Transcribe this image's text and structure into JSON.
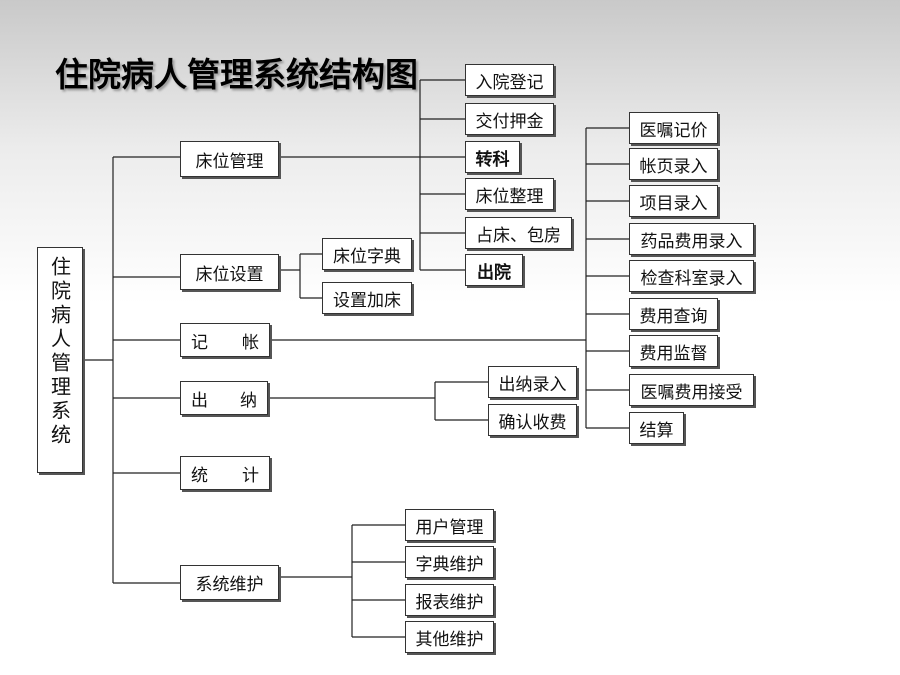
{
  "title": "住院病人管理系统结构图",
  "root": "住院病人管理系统",
  "level1": {
    "bed_mgmt": "床位管理",
    "bed_setup": "床位设置",
    "account": [
      "记",
      "帐"
    ],
    "cashier": [
      "出",
      "纳"
    ],
    "stats": [
      "统",
      "计"
    ],
    "sys_maint": "系统维护"
  },
  "bed_mgmt_children": [
    "入院登记",
    "交付押金",
    "转科",
    "床位整理",
    "占床、包房",
    "出院"
  ],
  "bed_setup_children": [
    "床位字典",
    "设置加床"
  ],
  "account_children": [
    "医嘱记价",
    "帐页录入",
    "项目录入",
    "药品费用录入",
    "检查科室录入",
    "费用查询",
    "费用监督",
    "医嘱费用接受",
    "结算"
  ],
  "cashier_children": [
    "出纳录入",
    "确认收费"
  ],
  "sys_children": [
    "用户管理",
    "字典维护",
    "报表维护",
    "其他维护"
  ]
}
